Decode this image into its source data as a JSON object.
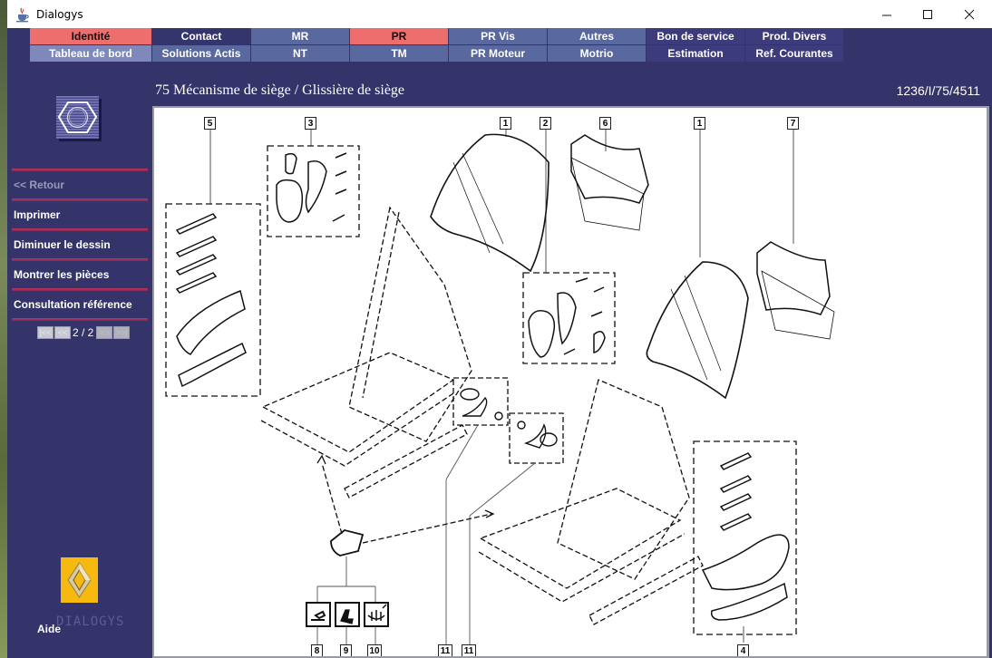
{
  "window": {
    "title": "Dialogys",
    "controls": {
      "minimize": "—",
      "maximize": "☐",
      "close": "✕"
    }
  },
  "nav": {
    "row1": [
      {
        "label": "Identité",
        "style": "red"
      },
      {
        "label": "Contact",
        "style": "dark"
      },
      {
        "label": "MR",
        "style": "mid"
      },
      {
        "label": "PR",
        "style": "red"
      },
      {
        "label": "PR Vis",
        "style": "mid"
      },
      {
        "label": "Autres",
        "style": "mid"
      },
      {
        "label": "Bon de service",
        "style": "navy"
      },
      {
        "label": "Prod. Divers",
        "style": "navy"
      }
    ],
    "row2": [
      {
        "label": "Tableau de bord",
        "style": "light"
      },
      {
        "label": "Solutions Actis",
        "style": "mid"
      },
      {
        "label": "NT",
        "style": "mid"
      },
      {
        "label": "TM",
        "style": "mid"
      },
      {
        "label": "PR Moteur",
        "style": "mid"
      },
      {
        "label": "Motrio",
        "style": "mid"
      },
      {
        "label": "Estimation",
        "style": "navy"
      },
      {
        "label": "Ref. Courantes",
        "style": "navy"
      }
    ]
  },
  "sidebar": {
    "logo_icon": "hex-nut-icon",
    "menu": [
      {
        "label": "<< Retour",
        "enabled": false
      },
      {
        "label": "Imprimer",
        "enabled": true
      },
      {
        "label": "Diminuer le dessin",
        "enabled": true
      },
      {
        "label": "Montrer les pièces",
        "enabled": true
      },
      {
        "label": "Consultation référence",
        "enabled": true
      }
    ],
    "pager": {
      "first": "|<<",
      "prev": "<<",
      "current": "2 / 2",
      "next": ">>",
      "last": ">>|"
    },
    "brand_icon": "renault-logo-icon",
    "help_label": "Aide",
    "watermark": "DIALOGYS"
  },
  "header": {
    "title": "75 Mécanisme de siège / Glissière de siège",
    "reference": "1236/I/75/4511"
  },
  "diagram": {
    "callouts": [
      "5",
      "3",
      "1",
      "2",
      "6",
      "1",
      "7",
      "4",
      "8",
      "9",
      "10",
      "11",
      "11"
    ]
  },
  "colors": {
    "app_bg": "#34336a",
    "nav_red": "#ee6e6e",
    "nav_mid": "#5a68a0",
    "nav_light": "#7f88bb",
    "separator": "#c0335a",
    "renault_yellow": "#f5b90f"
  }
}
